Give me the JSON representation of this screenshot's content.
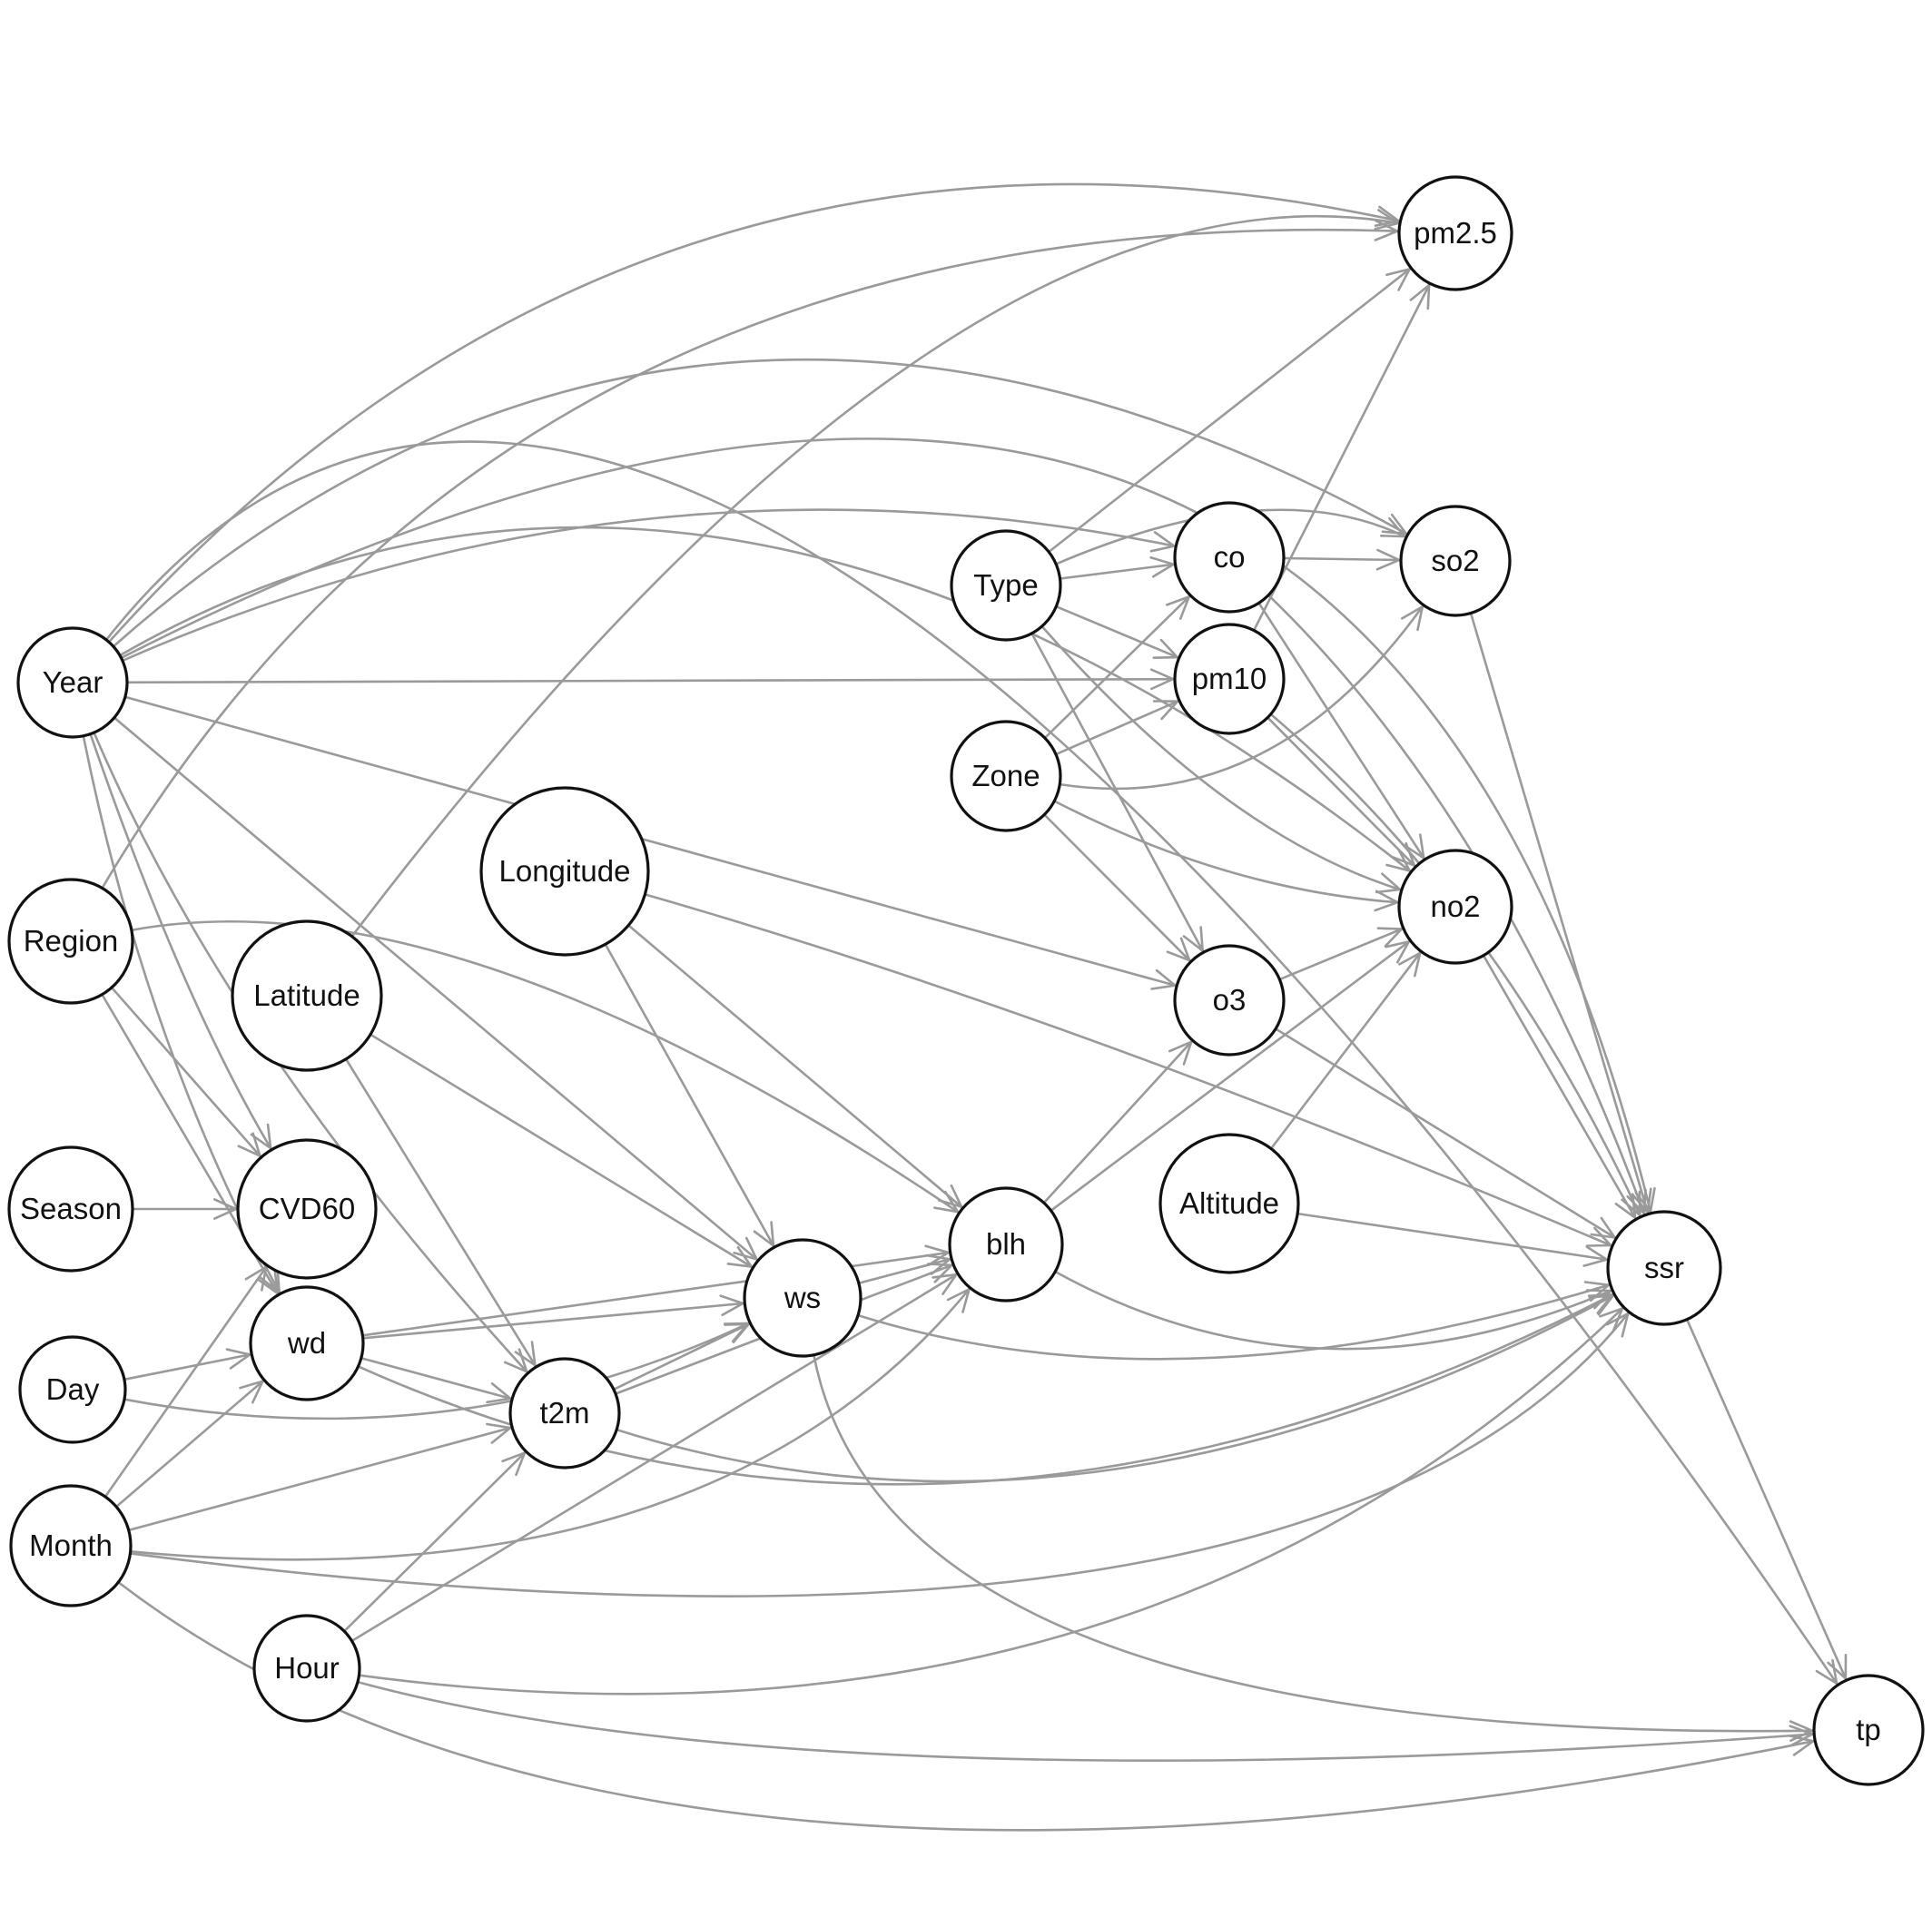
{
  "diagram": {
    "type": "directed-acyclic-graph",
    "nodes": [
      {
        "id": "year",
        "label": "Year"
      },
      {
        "id": "region",
        "label": "Region"
      },
      {
        "id": "season",
        "label": "Season"
      },
      {
        "id": "day",
        "label": "Day"
      },
      {
        "id": "month",
        "label": "Month"
      },
      {
        "id": "latitude",
        "label": "Latitude"
      },
      {
        "id": "cvd60",
        "label": "CVD60"
      },
      {
        "id": "wd",
        "label": "wd"
      },
      {
        "id": "hour",
        "label": "Hour"
      },
      {
        "id": "longitude",
        "label": "Longitude"
      },
      {
        "id": "t2m",
        "label": "t2m"
      },
      {
        "id": "ws",
        "label": "ws"
      },
      {
        "id": "blh",
        "label": "blh"
      },
      {
        "id": "type",
        "label": "Type"
      },
      {
        "id": "zone",
        "label": "Zone"
      },
      {
        "id": "co",
        "label": "co"
      },
      {
        "id": "pm10",
        "label": "pm10"
      },
      {
        "id": "o3",
        "label": "o3"
      },
      {
        "id": "altitude",
        "label": "Altitude"
      },
      {
        "id": "pm25",
        "label": "pm2.5"
      },
      {
        "id": "so2",
        "label": "so2"
      },
      {
        "id": "no2",
        "label": "no2"
      },
      {
        "id": "ssr",
        "label": "ssr"
      },
      {
        "id": "tp",
        "label": "tp"
      }
    ],
    "edges": [
      [
        "year",
        "cvd60"
      ],
      [
        "year",
        "wd"
      ],
      [
        "year",
        "t2m"
      ],
      [
        "year",
        "ws"
      ],
      [
        "year",
        "o3"
      ],
      [
        "year",
        "pm10"
      ],
      [
        "year",
        "co"
      ],
      [
        "year",
        "no2"
      ],
      [
        "year",
        "so2"
      ],
      [
        "year",
        "pm25"
      ],
      [
        "year",
        "ssr"
      ],
      [
        "year",
        "tp"
      ],
      [
        "region",
        "cvd60"
      ],
      [
        "region",
        "wd"
      ],
      [
        "region",
        "blh"
      ],
      [
        "region",
        "pm25"
      ],
      [
        "season",
        "cvd60"
      ],
      [
        "day",
        "wd"
      ],
      [
        "day",
        "ws"
      ],
      [
        "month",
        "cvd60"
      ],
      [
        "month",
        "wd"
      ],
      [
        "month",
        "t2m"
      ],
      [
        "month",
        "blh"
      ],
      [
        "month",
        "tp"
      ],
      [
        "month",
        "ssr"
      ],
      [
        "latitude",
        "t2m"
      ],
      [
        "latitude",
        "ws"
      ],
      [
        "latitude",
        "pm25"
      ],
      [
        "wd",
        "t2m"
      ],
      [
        "wd",
        "ws"
      ],
      [
        "wd",
        "blh"
      ],
      [
        "wd",
        "ssr"
      ],
      [
        "hour",
        "t2m"
      ],
      [
        "hour",
        "blh"
      ],
      [
        "hour",
        "ssr"
      ],
      [
        "hour",
        "tp"
      ],
      [
        "longitude",
        "ws"
      ],
      [
        "longitude",
        "blh"
      ],
      [
        "longitude",
        "ssr"
      ],
      [
        "t2m",
        "ws"
      ],
      [
        "t2m",
        "blh"
      ],
      [
        "t2m",
        "ssr"
      ],
      [
        "ws",
        "blh"
      ],
      [
        "ws",
        "ssr"
      ],
      [
        "ws",
        "tp"
      ],
      [
        "blh",
        "o3"
      ],
      [
        "blh",
        "no2"
      ],
      [
        "blh",
        "ssr"
      ],
      [
        "type",
        "co"
      ],
      [
        "type",
        "pm10"
      ],
      [
        "type",
        "o3"
      ],
      [
        "type",
        "no2"
      ],
      [
        "type",
        "so2"
      ],
      [
        "type",
        "pm25"
      ],
      [
        "zone",
        "co"
      ],
      [
        "zone",
        "pm10"
      ],
      [
        "zone",
        "o3"
      ],
      [
        "zone",
        "no2"
      ],
      [
        "zone",
        "so2"
      ],
      [
        "co",
        "so2"
      ],
      [
        "co",
        "no2"
      ],
      [
        "co",
        "ssr"
      ],
      [
        "pm10",
        "no2"
      ],
      [
        "pm10",
        "ssr"
      ],
      [
        "pm10",
        "pm25"
      ],
      [
        "o3",
        "no2"
      ],
      [
        "o3",
        "ssr"
      ],
      [
        "altitude",
        "no2"
      ],
      [
        "altitude",
        "ssr"
      ],
      [
        "so2",
        "ssr"
      ],
      [
        "no2",
        "ssr"
      ],
      [
        "ssr",
        "tp"
      ]
    ]
  }
}
